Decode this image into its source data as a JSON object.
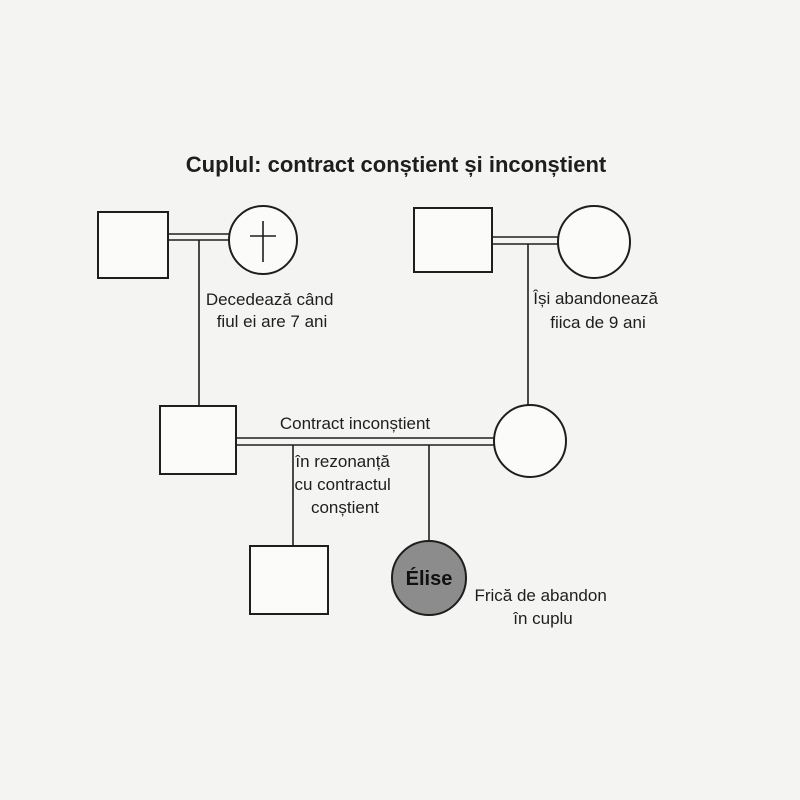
{
  "diagram": {
    "title": "Cuplul: contract conștient și inconștient",
    "grandmother_note": [
      "Decedează când",
      "fiul ei are 7 ani"
    ],
    "grandfather_note": [
      "Își abandonează",
      "fiica de 9 ani"
    ],
    "couple_contract_label": "Contract inconștient",
    "contract_resonance_note": [
      "în rezonanță",
      "cu contractul",
      "conștient"
    ],
    "subject_name": "Élise",
    "subject_note": [
      "Frică de abandon",
      "în cuplu"
    ],
    "colors": {
      "line": "#1e1e1e",
      "subject_fill": "#8c8c8c",
      "background": "#f4f4f2"
    },
    "icons": {
      "deceased_marker": "cross-icon"
    }
  }
}
